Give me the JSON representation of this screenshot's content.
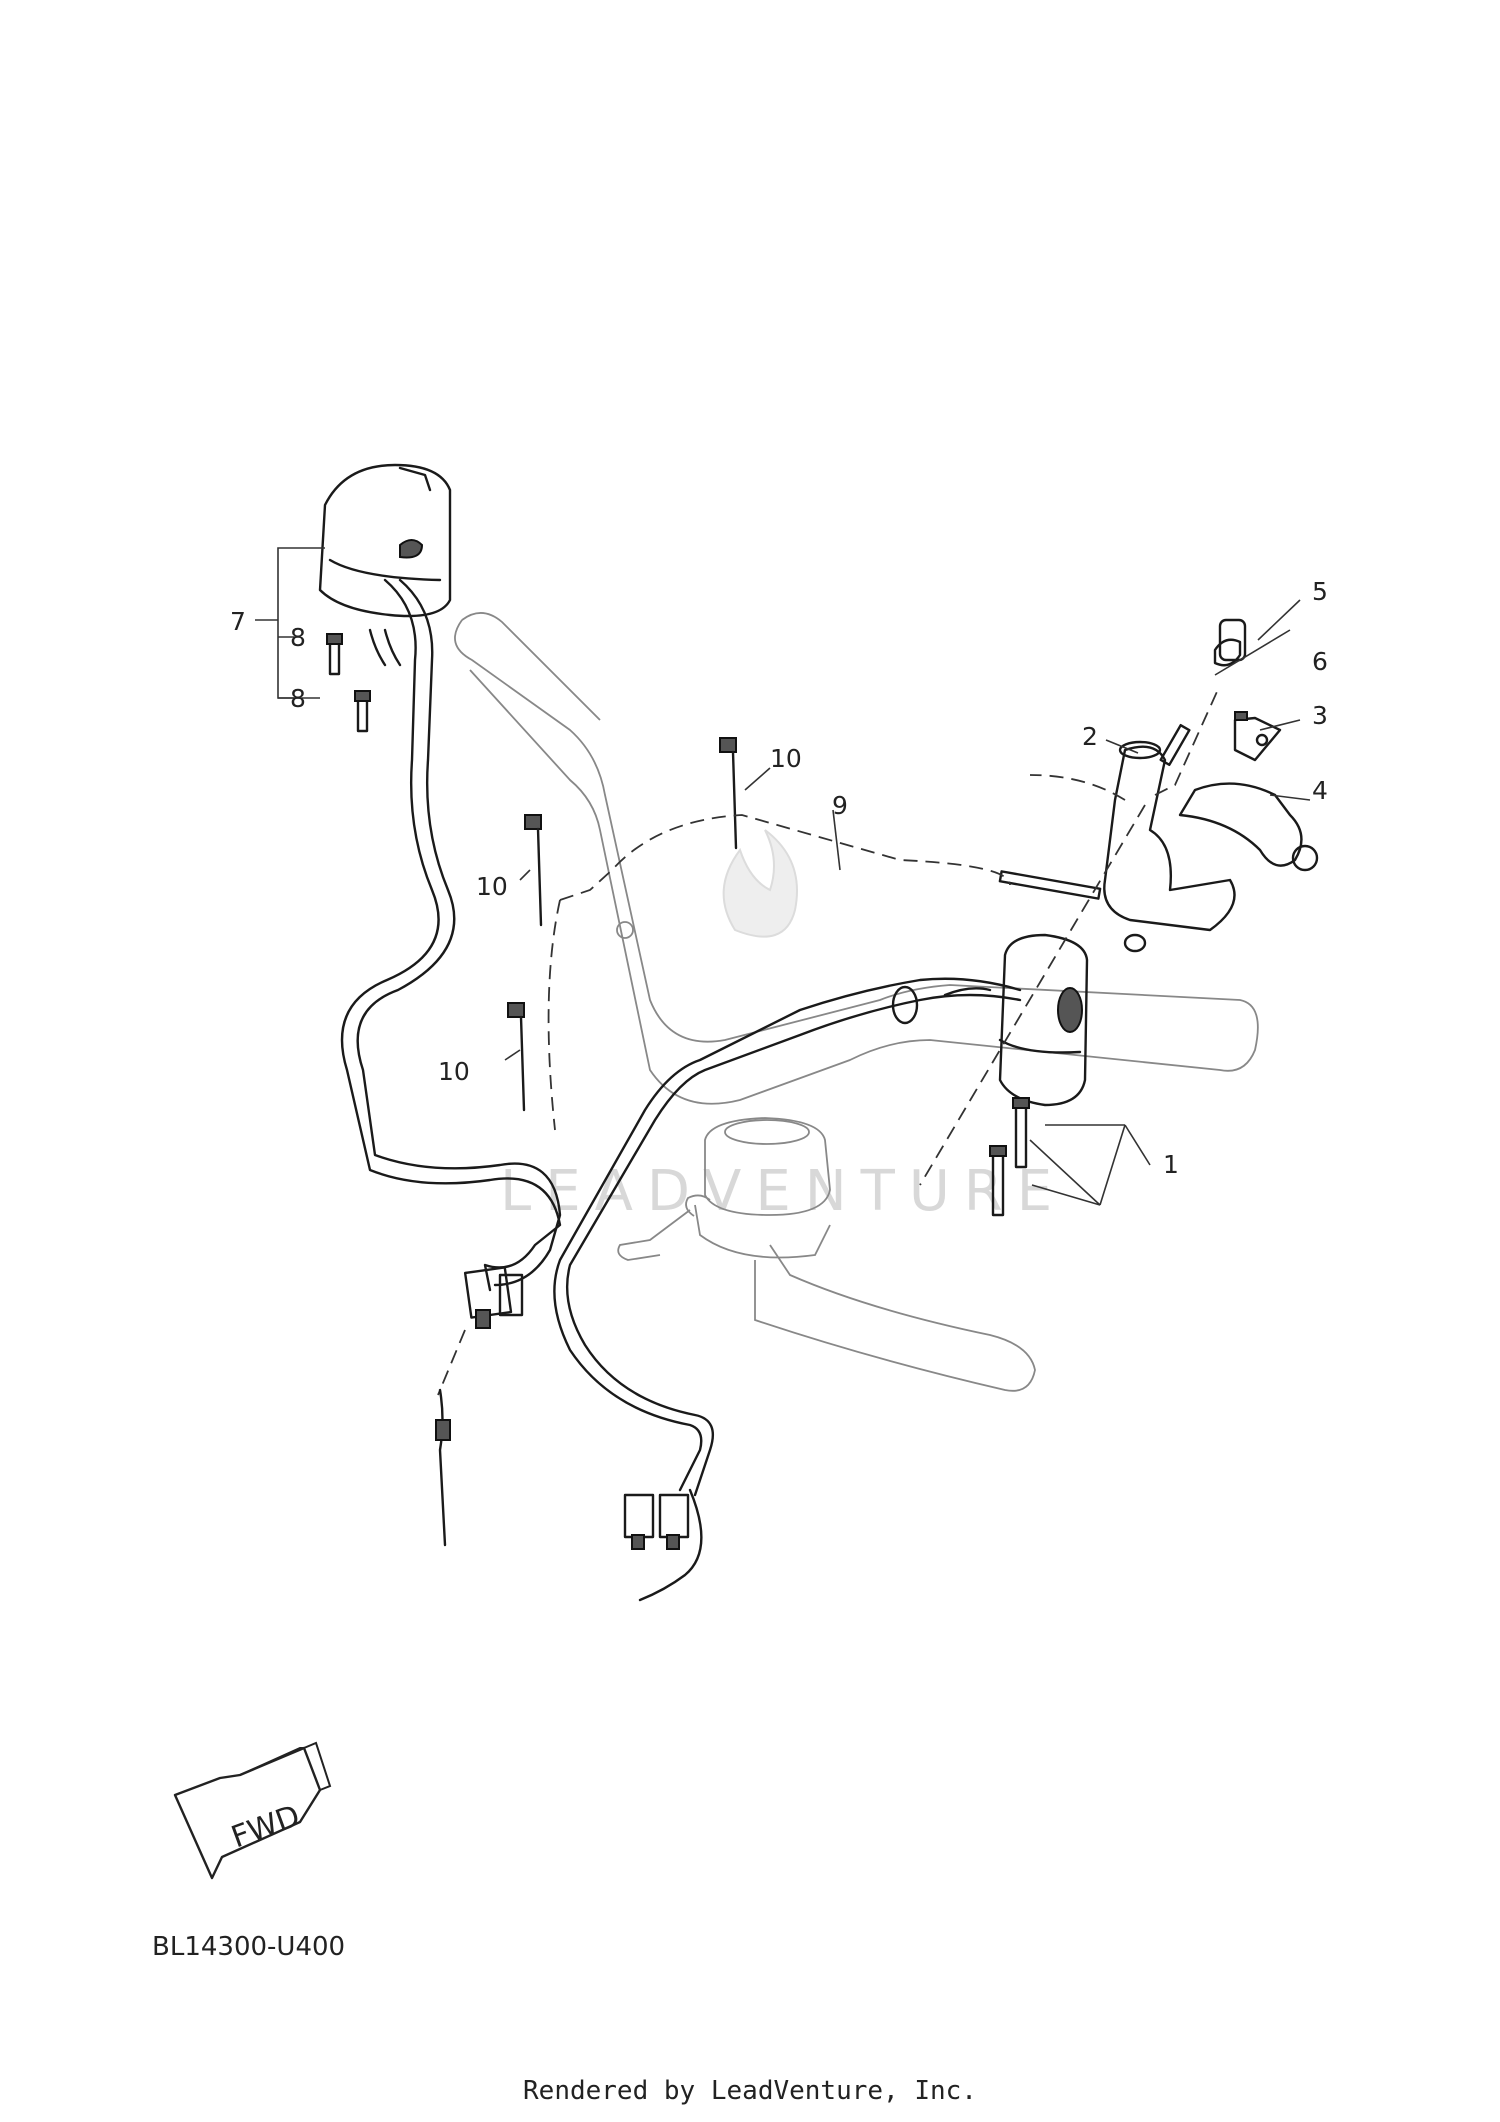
{
  "callouts": [
    "1",
    "2",
    "3",
    "4",
    "5",
    "6",
    "7",
    "8",
    "8",
    "9",
    "10",
    "10",
    "10"
  ],
  "direction_label": "FWD",
  "diagram_code": "BL14300-U400",
  "watermark": "LEADVENTURE",
  "footer": "Rendered by LeadVenture, Inc."
}
